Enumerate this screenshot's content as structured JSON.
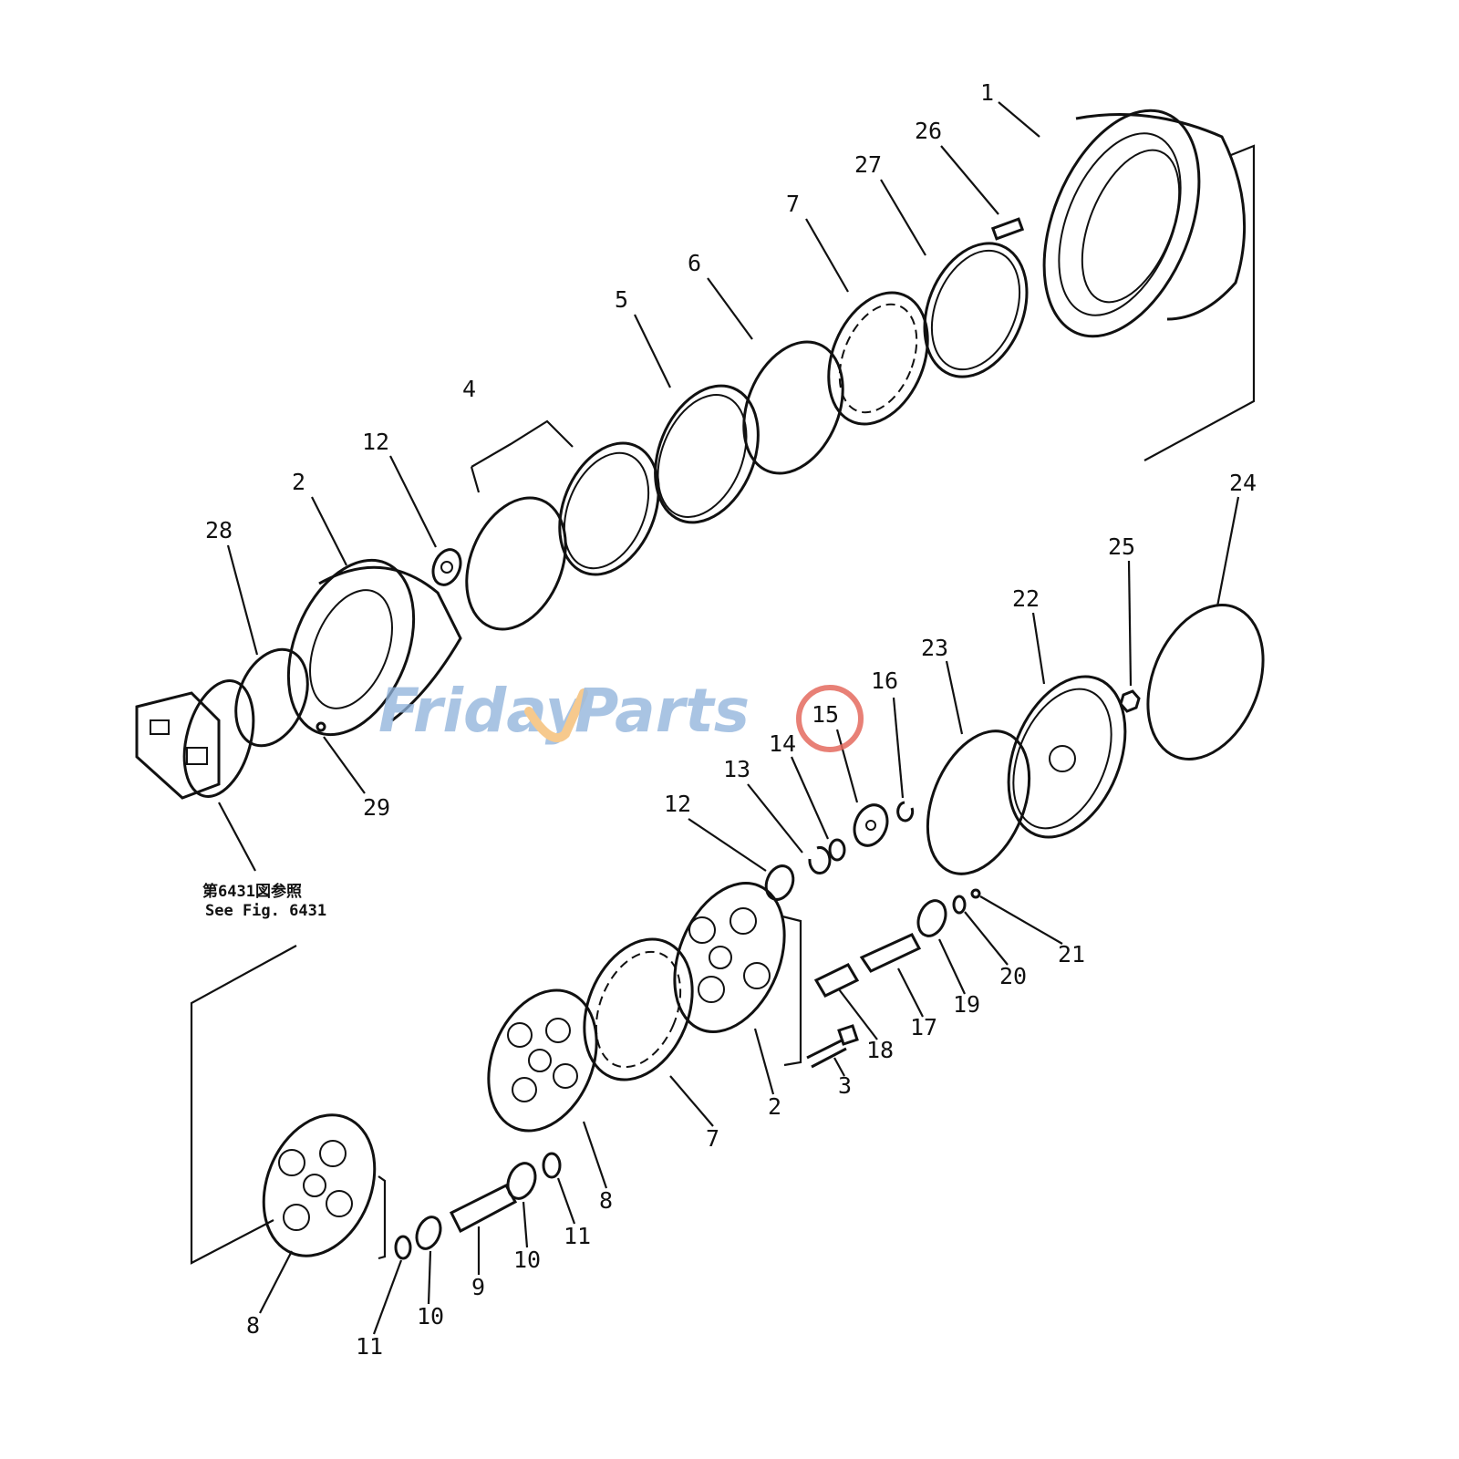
{
  "diagram": {
    "callouts": [
      "1",
      "26",
      "27",
      "7",
      "6",
      "5",
      "4",
      "12",
      "2",
      "28",
      "29",
      "24",
      "25",
      "22",
      "23",
      "16",
      "15",
      "14",
      "13",
      "12",
      "21",
      "20",
      "19",
      "17",
      "18",
      "3",
      "2",
      "7",
      "8",
      "11",
      "10",
      "9",
      "10",
      "11",
      "8"
    ],
    "note": {
      "line1": "第6431図参照",
      "line2": "See Fig. 6431"
    },
    "highlighted_callout": "15",
    "highlight_color": "#e46a5e"
  },
  "watermark": {
    "text": "FridayParts",
    "brand_blue": "#8fb2db",
    "brand_orange": "#f5c07a"
  }
}
